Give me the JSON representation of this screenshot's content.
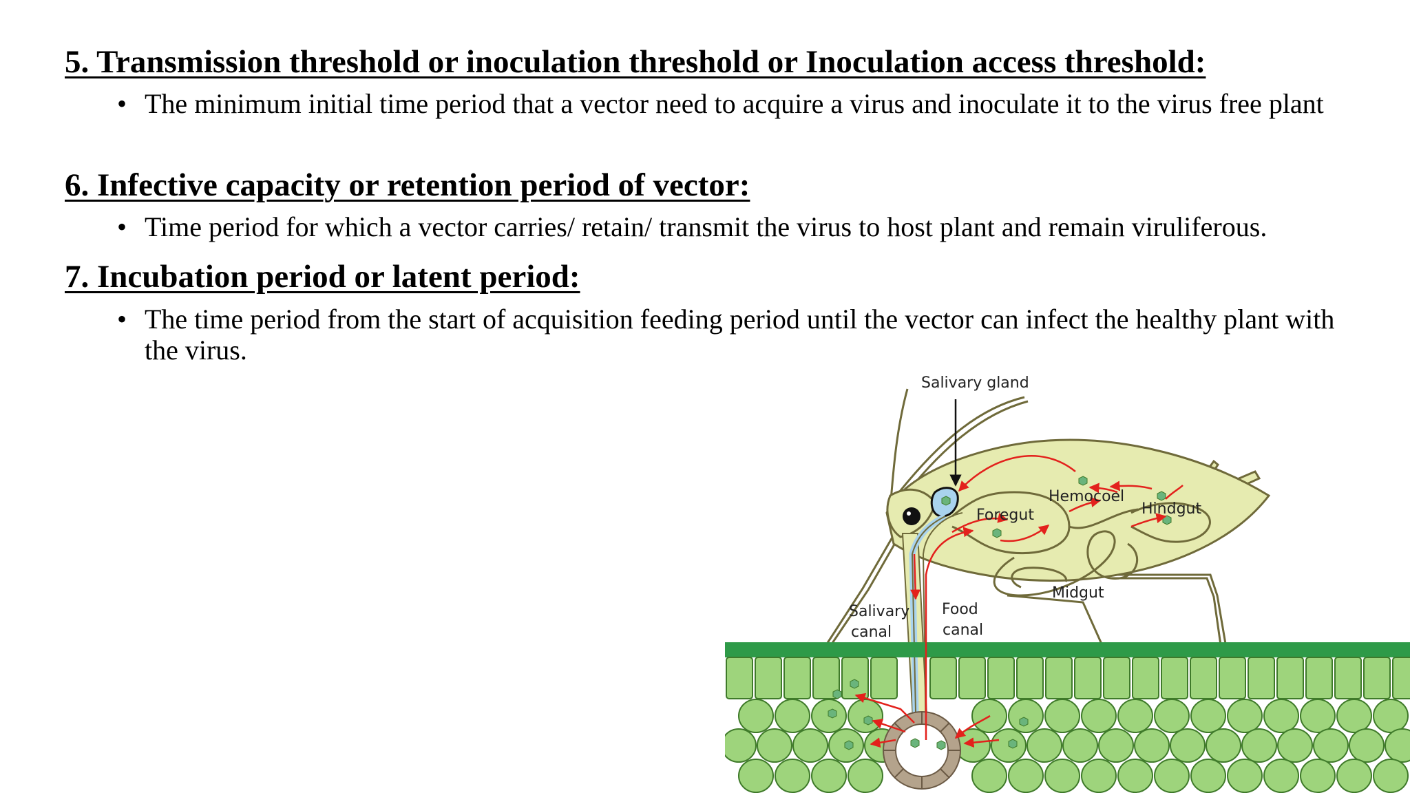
{
  "sections": [
    {
      "heading": "5. Transmission threshold or inoculation threshold or Inoculation access threshold:",
      "bullet": "The minimum initial time period that a vector need to acquire a virus and inoculate it to the virus free plant"
    },
    {
      "heading": "6. Infective capacity or retention period of vector:",
      "bullet": "Time period for which a vector carries/ retain/ transmit the virus to host plant and remain viruliferous."
    },
    {
      "heading": "7. Incubation period or latent period:",
      "bullet": "The time period from the start of acquisition feeding period until the vector can infect the healthy plant with the virus."
    }
  ],
  "bullet_symbol": "•",
  "figure": {
    "labels": {
      "salivary_gland": "Salivary gland",
      "hemocoel": "Hemocoel",
      "foregut": "Foregut",
      "hindgut": "Hindgut",
      "midgut": "Midgut",
      "salivary_canal_1": "Salivary",
      "salivary_canal_2": "canal",
      "food_canal_1": "Food",
      "food_canal_2": "canal"
    },
    "colors": {
      "body": "#e6ebb0",
      "outline": "#6f6a3a",
      "leaf_surface": "#2e9a48",
      "cells": "#9ed47c",
      "cell_outline": "#3f7a2a",
      "phloem": "#b4a38c",
      "arrow": "#e3211c",
      "virus": "#6ab47c",
      "gland": "#a9d3ee"
    }
  }
}
